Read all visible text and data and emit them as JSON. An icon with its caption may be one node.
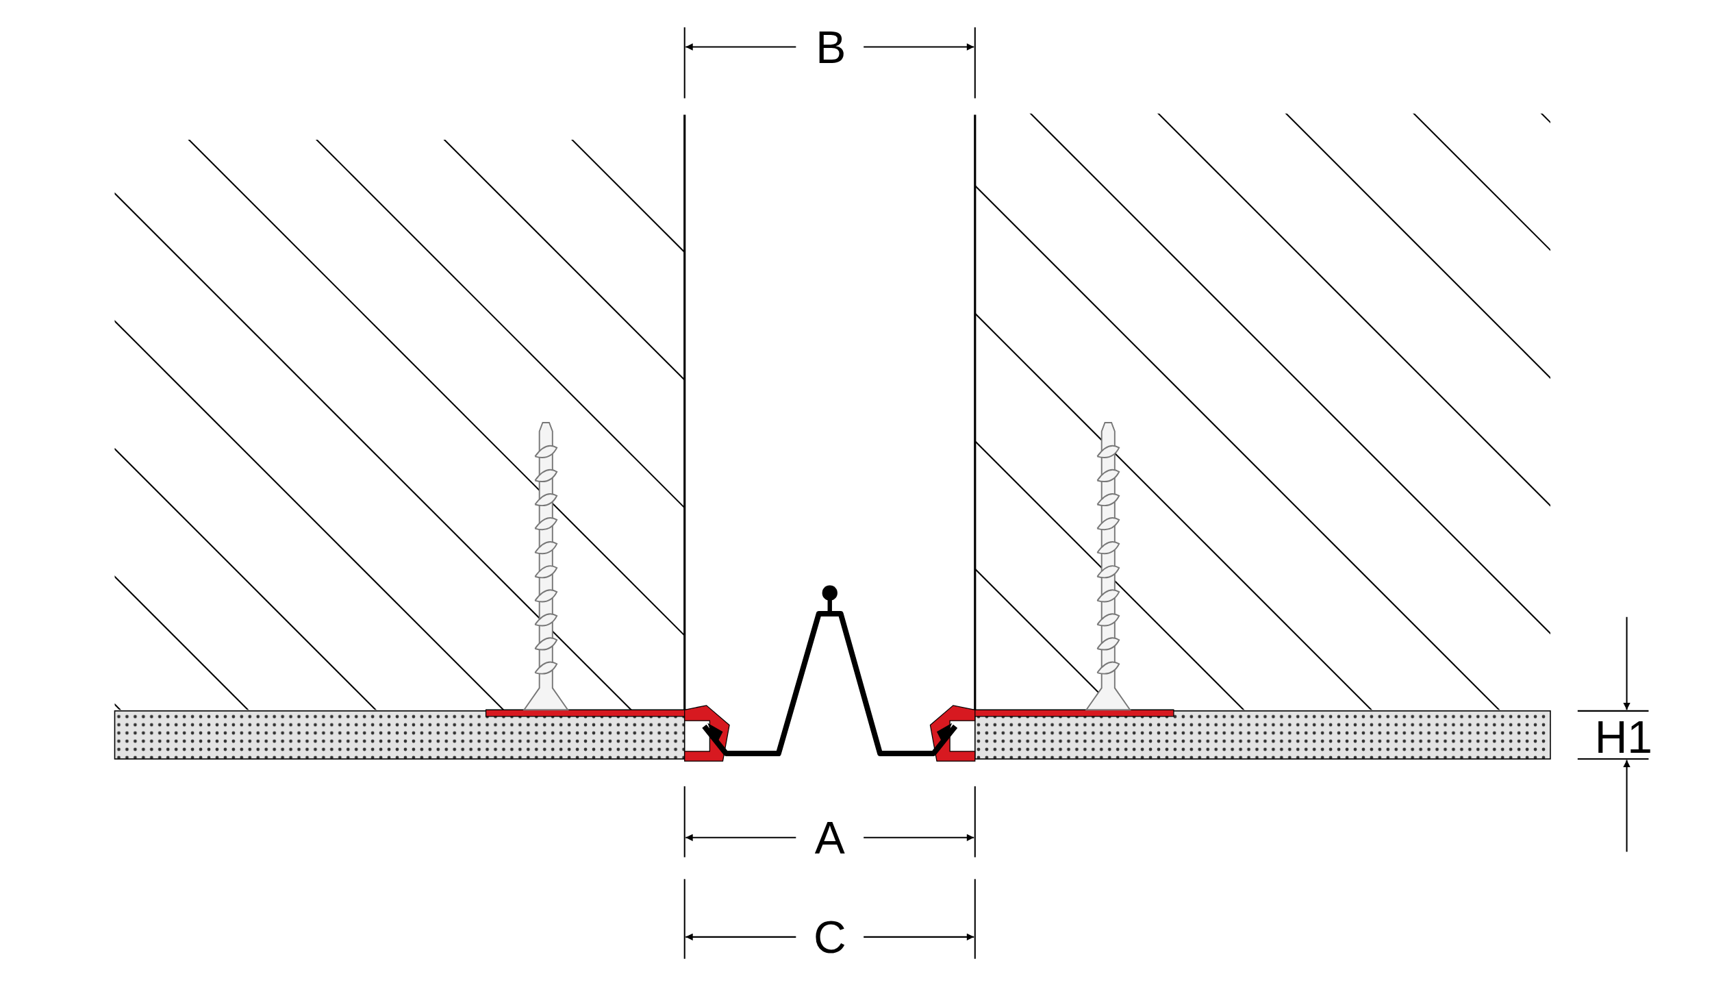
{
  "diagram": {
    "labels": [
      "B",
      "H1",
      "A",
      "C"
    ]
  }
}
